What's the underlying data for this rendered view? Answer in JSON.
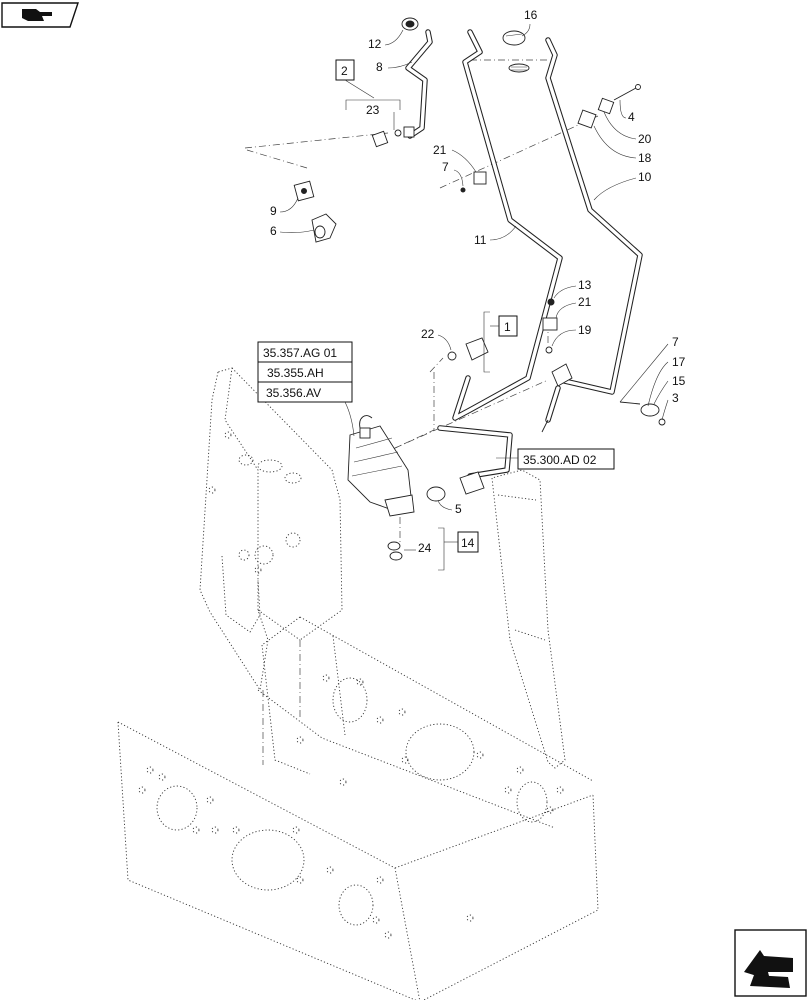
{
  "nav": {
    "top_icon": "hand-pointer-icon",
    "bottom_icon": "page-arrow-icon"
  },
  "callouts": {
    "c1": "1",
    "c2": "2",
    "c3": "3",
    "c4": "4",
    "c5": "5",
    "c6": "6",
    "c7a": "7",
    "c7b": "7",
    "c8": "8",
    "c9": "9",
    "c10": "10",
    "c11": "11",
    "c12": "12",
    "c13": "13",
    "c14": "14",
    "c15": "15",
    "c16": "16",
    "c17": "17",
    "c18": "18",
    "c19": "19",
    "c20": "20",
    "c21a": "21",
    "c21b": "21",
    "c22": "22",
    "c23": "23",
    "c24": "24"
  },
  "references": {
    "ref1": "35.357.AG 01",
    "ref2": "35.355.AH",
    "ref3": "35.356.AV",
    "ref4": "35.300.AD 02"
  }
}
